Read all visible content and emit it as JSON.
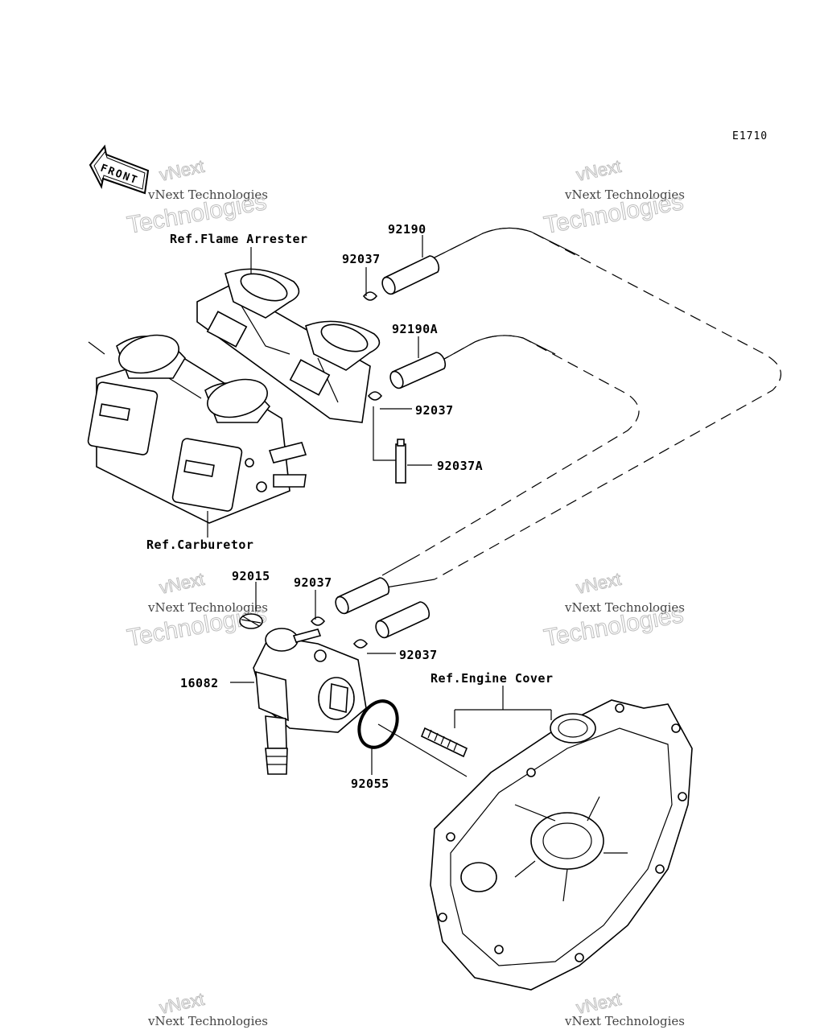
{
  "diagram_code": "E1710",
  "front_arrow": {
    "label": "FRONT",
    "icon": "front-arrow-icon"
  },
  "references": {
    "flame_arrester": "Ref.Flame Arrester",
    "carburetor": "Ref.Carburetor",
    "engine_cover": "Ref.Engine Cover"
  },
  "callouts": {
    "hose_92190": "92190",
    "hose_92190a": "92190A",
    "clamp_top": "92037",
    "clamp_mid": "92037",
    "clip_92037a": "92037A",
    "filter_92015": "92015",
    "clamp_bottom_left": "92037",
    "clamp_bottom_right": "92037",
    "pump_16082": "16082",
    "oring_92055": "92055"
  },
  "watermarks": [
    {
      "line1": "vNext Technologies",
      "line2": "vNext",
      "line3": "Technologies"
    }
  ]
}
